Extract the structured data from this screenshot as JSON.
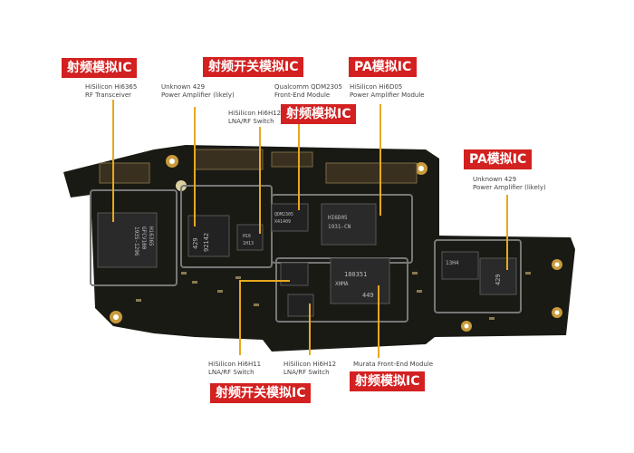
{
  "tags": {
    "rf_ic_left": "射频模拟IC",
    "rf_switch_top": "射频开关模拟IC",
    "pa_ic_top": "PA模拟IC",
    "rf_ic_middle": "射频模拟IC",
    "pa_ic_right": "PA模拟IC",
    "rf_switch_bottom": "射频开关模拟IC",
    "rf_ic_bottom": "射频模拟IC"
  },
  "captions": {
    "hi6365": [
      "HiSilicon Hi6365",
      "RF Transceiver"
    ],
    "unknown429_left": [
      "Unknown 429",
      "Power Amplifier (likely)"
    ],
    "hi6h12_top": [
      "HiSilicon Hi6H12",
      "LNA/RF Switch"
    ],
    "qdm2305": [
      "Qualcomm QDM2305",
      "Front-End Module"
    ],
    "hi6d05": [
      "HiSilicon Hi6D05",
      "Power Amplifier Module"
    ],
    "unknown429_right": [
      "Unknown 429",
      "Power Amplifier (likely)"
    ],
    "hi6h11": [
      "HiSilicon Hi6H11",
      "LNA/RF Switch"
    ],
    "hi6h12_bottom": [
      "HiSilicon Hi6H12",
      "LNA/RF Switch"
    ],
    "murata": [
      "Murata Front-End Module"
    ]
  },
  "chip_marks": {
    "transceiver": [
      "Hi6365",
      "GFCV100",
      "1935-1296"
    ],
    "pa_left": [
      "429",
      "92142"
    ],
    "switch_top": [
      "H16",
      "1H13"
    ],
    "qdm": [
      "QDM2305",
      "X41409"
    ],
    "pa_module": [
      "HI6D05",
      "1931-CN"
    ],
    "fem_center": [
      "449",
      "180351",
      "XHMA"
    ],
    "pa_right": [
      "13H4",
      "429"
    ]
  },
  "colors": {
    "tag_bg": "#d32020",
    "leader": "#e8a81e",
    "pcb": "#1a1a15"
  }
}
